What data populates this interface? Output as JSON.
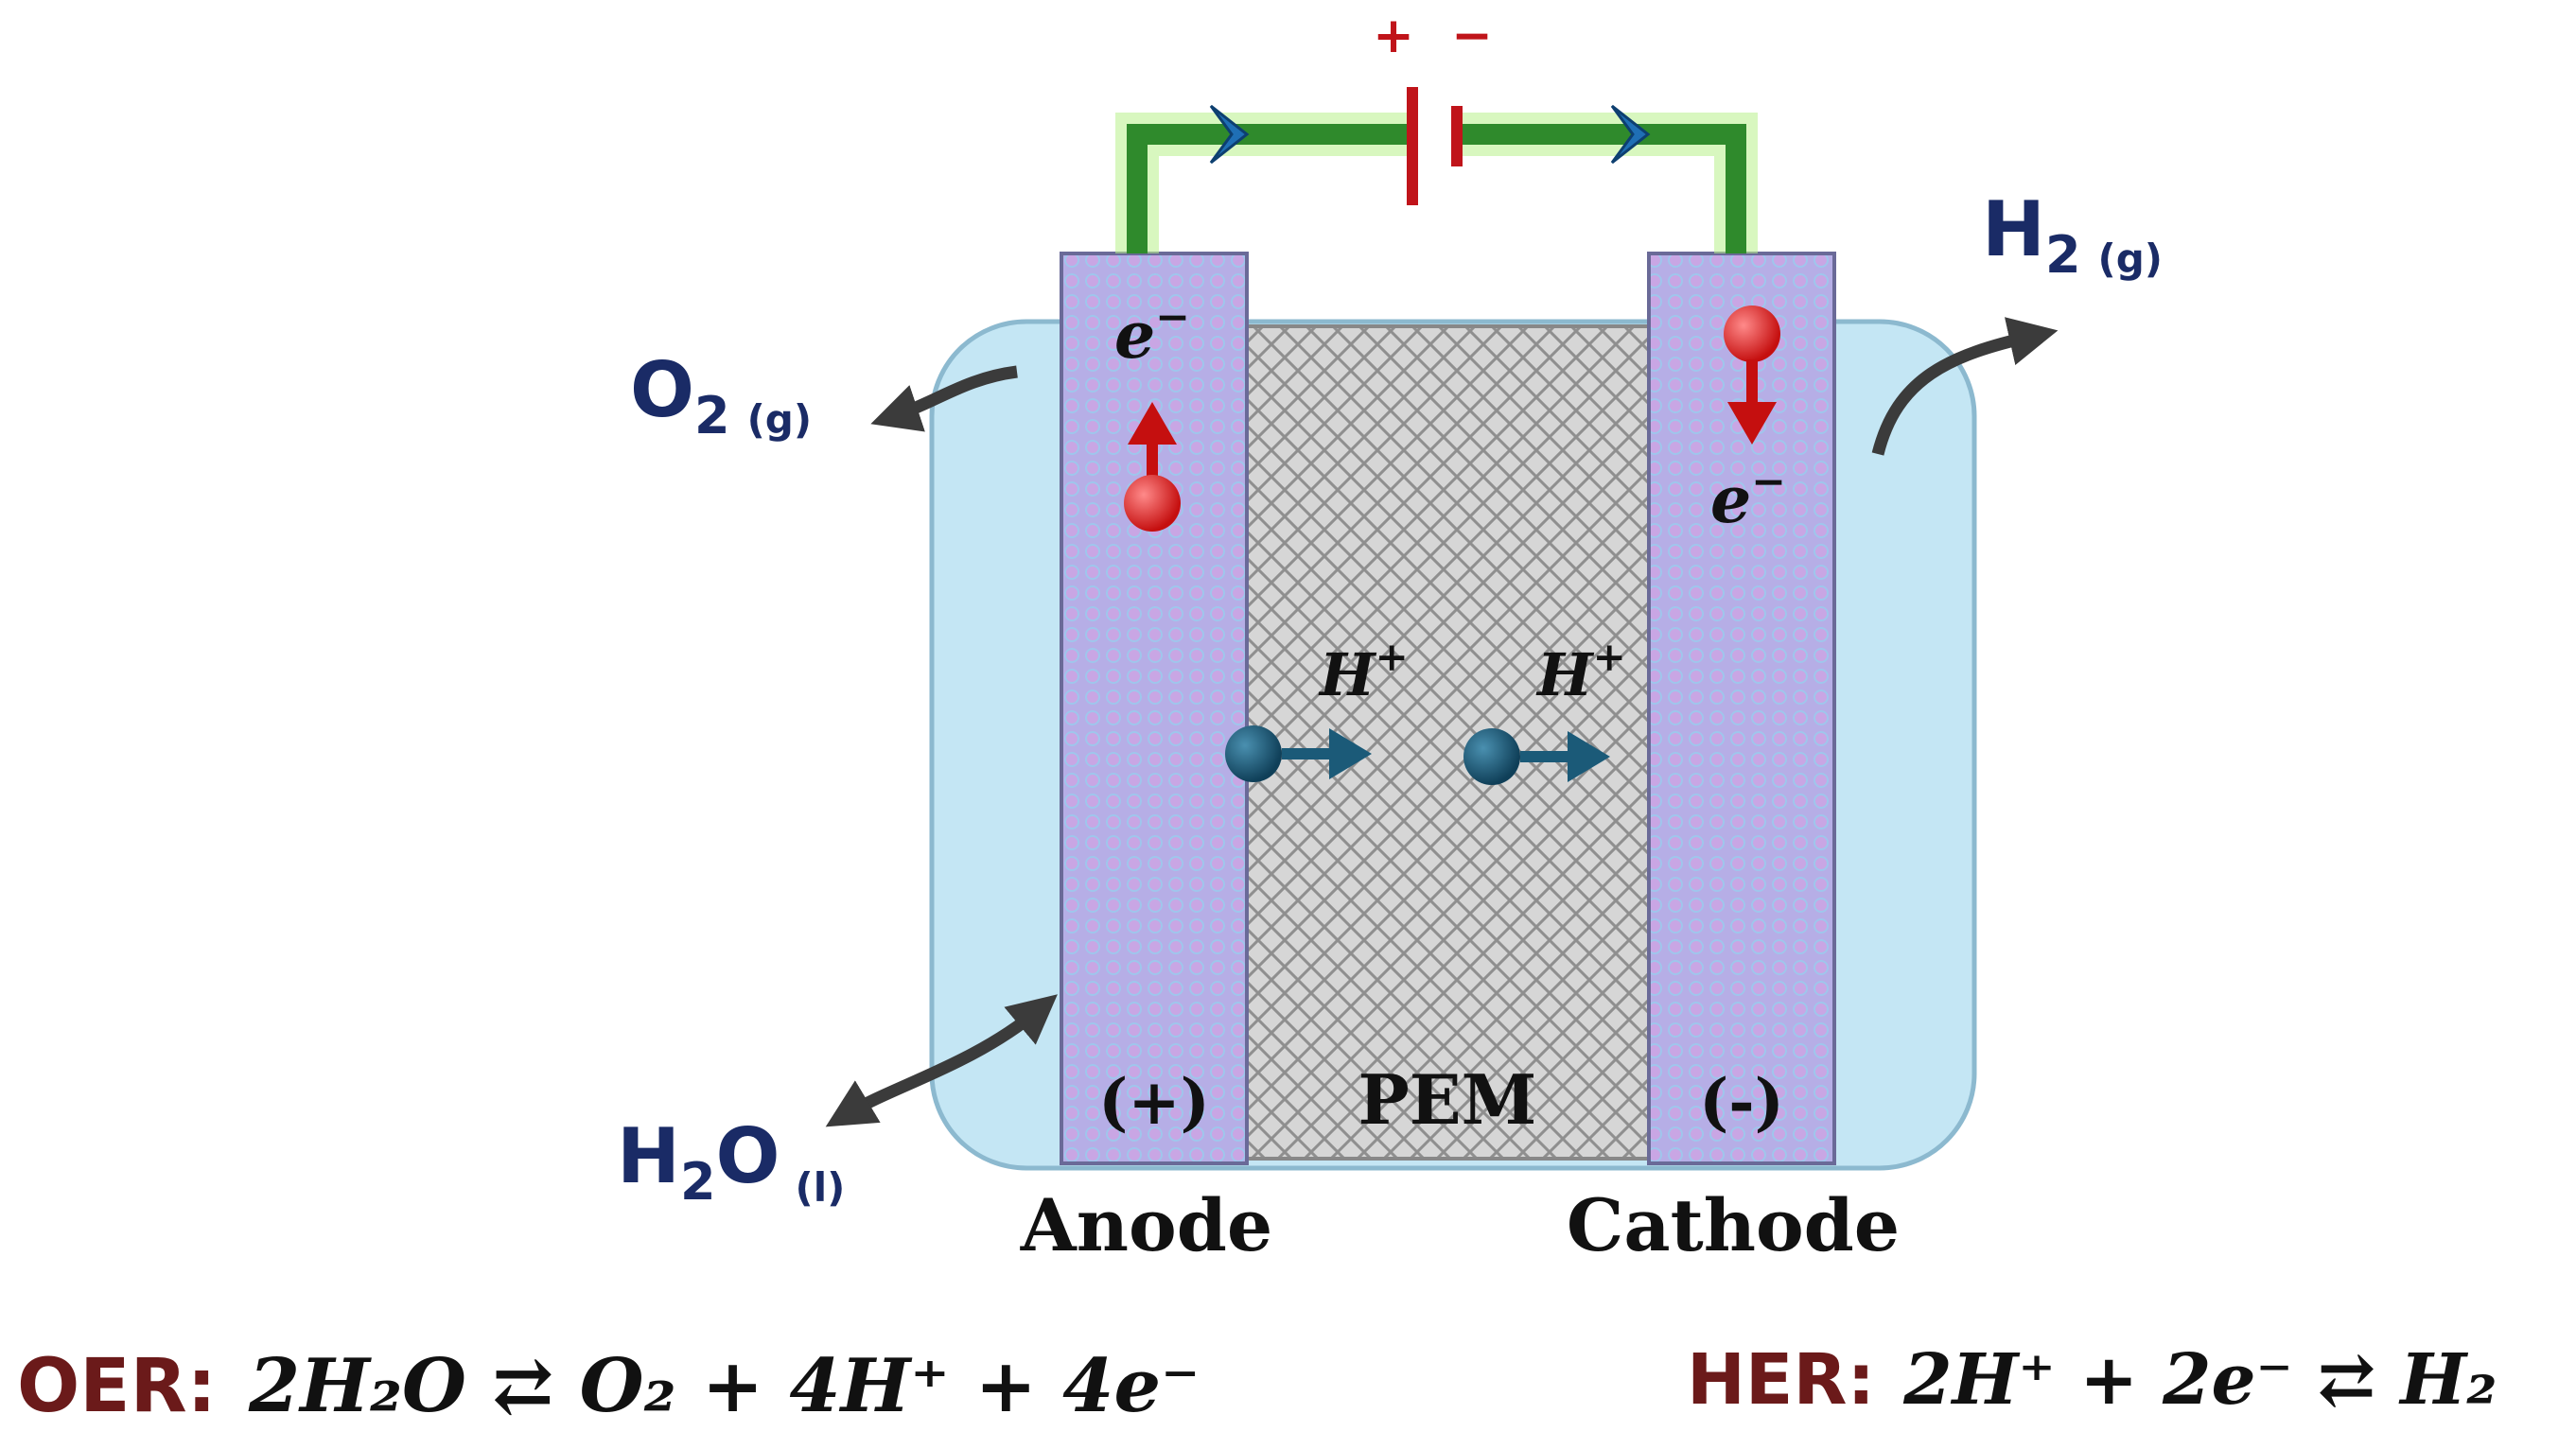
{
  "colors": {
    "electrolyte": "#c4e6f4",
    "electrode": "#b6aee6",
    "membrane": "#d0d0d0",
    "wire": "#2f8a2c",
    "electron": "#e01c1c",
    "proton": "#1b5a78",
    "tag": "#6b1a1a",
    "label": "#1a2b66"
  },
  "battery": {
    "plus": "+",
    "minus": "−"
  },
  "gases": {
    "o2": {
      "main": "O",
      "sub": "2",
      "phase": "(g)"
    },
    "h2": {
      "main": "H",
      "sub": "2",
      "phase": "(g)"
    },
    "h2o": {
      "main": "H",
      "sub": "2",
      "tail": "O",
      "phase": "(l)"
    }
  },
  "electrons": {
    "anode": {
      "base": "e",
      "sup": "−"
    },
    "cathode": {
      "base": "e",
      "sup": "−"
    }
  },
  "protons": [
    {
      "base": "H",
      "sup": "+"
    },
    {
      "base": "H",
      "sup": "+"
    }
  ],
  "cell": {
    "anode_sign": "(+)",
    "membrane_label": "PEM",
    "cathode_sign": "(-)",
    "anode_name": "Anode",
    "cathode_name": "Cathode"
  },
  "equations": {
    "oer": {
      "tag": "OER:",
      "text": "2H₂O ⇄ O₂ + 4H⁺ + 4e⁻"
    },
    "her": {
      "tag": "HER:",
      "text": "2H⁺ + 2e⁻ ⇄  H₂"
    }
  }
}
